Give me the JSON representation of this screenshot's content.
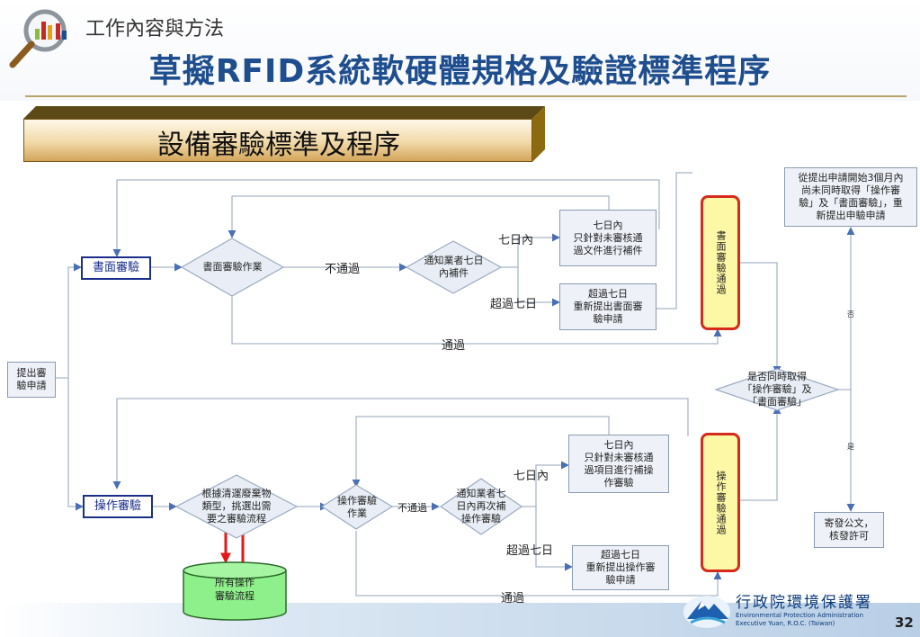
{
  "header": {
    "section_label": "工作內容與方法",
    "title": "草擬RFID系統軟硬體規格及驗證標準程序"
  },
  "banner": {
    "title": "設備審驗標準及程序"
  },
  "diagram": {
    "nodes": {
      "start": "提出審\n驗申請",
      "document_review": "書面審驗",
      "document_review_task": "書面審驗作業",
      "notify_supplement_7days": "通知業者七日\n內補件",
      "doc_within7_action": "七日內\n只針對未審核通\n過文件進行補件",
      "doc_over7_action": "超過七日\n重新提出書面審\n驗申請",
      "doc_review_passed": "書面審驗通過",
      "operation_review": "操作審驗",
      "select_procedure": "根據清運廢棄物\n類型，挑選出需\n要之審驗流程",
      "procedures_db": "所有操作\n審驗流程",
      "operation_review_task": "操作審驗\n作業",
      "notify_again_7days": "通知業者七\n日內再次補\n操作審驗",
      "op_within7_action": "七日內\n只針對未審核通\n過項目進行補操\n作審驗",
      "op_over7_action": "超過七日\n重新提出操作審\n驗申請",
      "op_review_passed": "操作審驗通過",
      "both_obtained": "是否同時取得\n「操作審驗」及\n「書面審驗」",
      "reapply_3months": "從提出申請開始3個月內\n尚未同時取得「操作審\n驗」及「書面審驗」，重\n新提出申驗申請",
      "issue_permit": "寄發公文，\n核發許可"
    },
    "edge_labels": {
      "doc_fail": "不通過",
      "doc_within7": "七日內",
      "doc_over7": "超過七日",
      "doc_pass": "通過",
      "op_fail": "不通過",
      "op_within7": "七日內",
      "op_over7": "超過七日",
      "op_pass": "通過",
      "decision_no": "否",
      "decision_yes": "是"
    }
  },
  "footer": {
    "org_name_zh": "行政院環境保護署",
    "org_name_en": "Environmental Protection Administration\nExecutive Yuan, R.O.C. (Taiwan)",
    "page_number": "32"
  },
  "colors": {
    "title_blue": "#1f4e8f",
    "nav_border": "#1a2f8a",
    "pass_fill": "#fdf8a6",
    "pass_border": "#d62a1c",
    "db_fill": "#8ef08a",
    "arrow_red": "#e01818"
  },
  "icons": [
    "magnifier-chart-icon",
    "epa-logo-icon"
  ]
}
